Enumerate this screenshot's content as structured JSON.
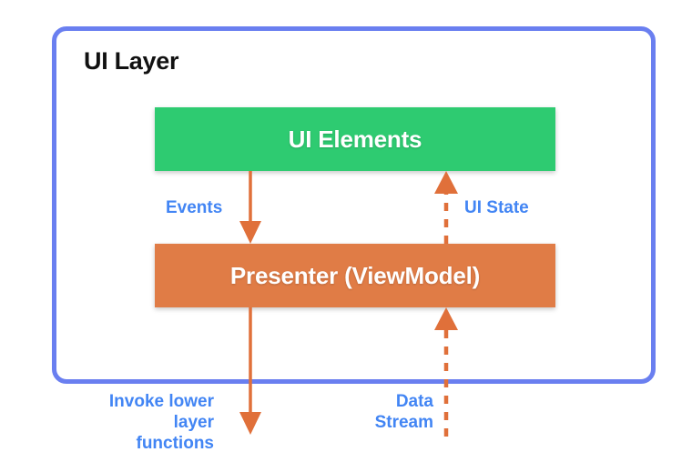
{
  "diagram": {
    "title": "UI Layer",
    "type": "architecture-flow-diagram",
    "colors": {
      "layer_border": "#6a7ff0",
      "ui_elements_fill": "#2ecb71",
      "presenter_fill": "#e07c46",
      "label_text": "#4285f4",
      "arrow": "#e0703a",
      "title_text": "#111111",
      "block_text": "#ffffff",
      "background": "#ffffff"
    },
    "blocks": [
      {
        "id": "ui-elements",
        "label": "UI Elements",
        "fill": "#2ecb71"
      },
      {
        "id": "presenter",
        "label": "Presenter (ViewModel)",
        "fill": "#e07c46"
      }
    ],
    "edges": [
      {
        "id": "events",
        "label": "Events",
        "style": "solid",
        "direction": "down",
        "from": "ui-elements",
        "to": "presenter"
      },
      {
        "id": "ui-state",
        "label": "UI State",
        "style": "dashed",
        "direction": "up",
        "from": "presenter",
        "to": "ui-elements"
      },
      {
        "id": "invoke",
        "label": "Invoke lower\nlayer functions",
        "style": "solid",
        "direction": "down",
        "from": "presenter",
        "to": "lower-layer"
      },
      {
        "id": "data",
        "label": "Data\nStream",
        "style": "dashed",
        "direction": "up",
        "from": "lower-layer",
        "to": "presenter"
      }
    ]
  }
}
